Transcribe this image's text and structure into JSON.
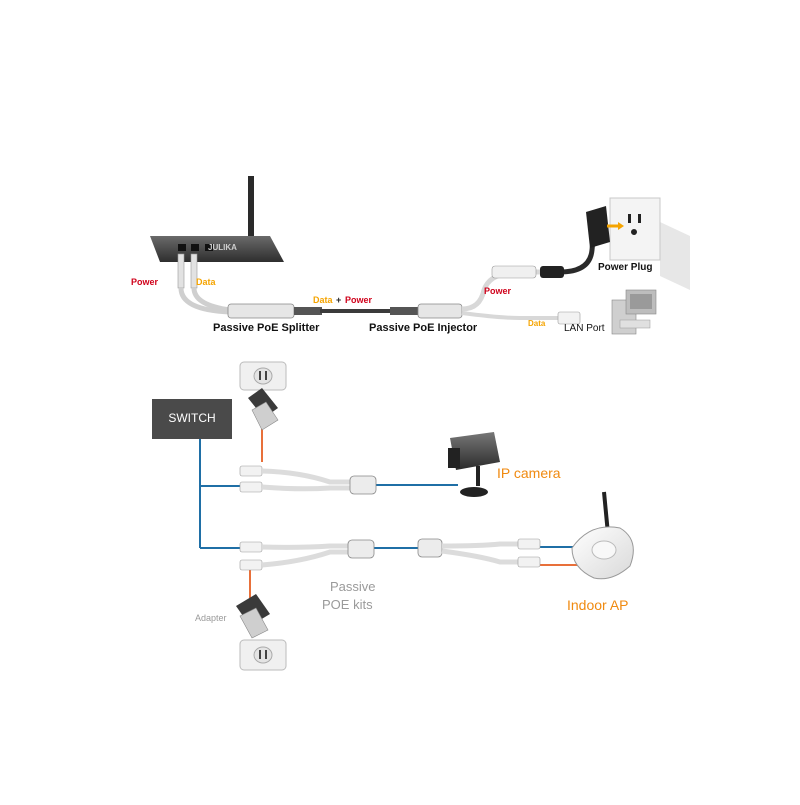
{
  "top_diagram": {
    "router_brand": "JULIKA",
    "label_power_left": "Power",
    "label_data_left": "Data",
    "label_data": "Data",
    "label_plus": "+",
    "label_power_mid": "Power",
    "label_splitter": "Passive PoE Splitter",
    "label_injector": "Passive PoE Injector",
    "label_power_right": "Power",
    "label_power_plug": "Power Plug",
    "label_data_right": "Data",
    "label_lan_port": "LAN Port"
  },
  "bottom_diagram": {
    "switch_label": "SWITCH",
    "ip_camera_label": "IP camera",
    "passive_kits_line1": "Passive",
    "passive_kits_line2": "POE kits",
    "indoor_ap_label": "Indoor AP",
    "adapter_label": "Adapter"
  },
  "colors": {
    "power_red": "#d0021b",
    "data_orange": "#f5a400",
    "ethernet_blue": "#1f6fa6",
    "power_orange_line": "#e8703a",
    "label_orange": "#f08a10",
    "device_dark": "#3a3a3a"
  }
}
